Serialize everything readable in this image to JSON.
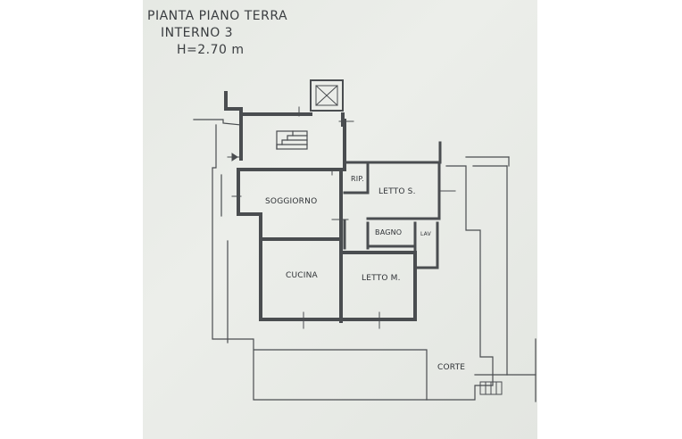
{
  "header": {
    "line1": "PIANTA PIANO TERRA",
    "line2": "INTERNO 3",
    "line3": "H=2.70 m"
  },
  "rooms": {
    "soggiorno": "SOGGIORNO",
    "rip": "RIP.",
    "letto_s": "LETTO S.",
    "bagno": "BAGNO",
    "lav": "LAV",
    "cucina": "CUCINA",
    "letto_m": "LETTO M.",
    "corte": "CORTE"
  },
  "colors": {
    "paper": "#e8ebe6",
    "ink": "#3a3d40"
  }
}
